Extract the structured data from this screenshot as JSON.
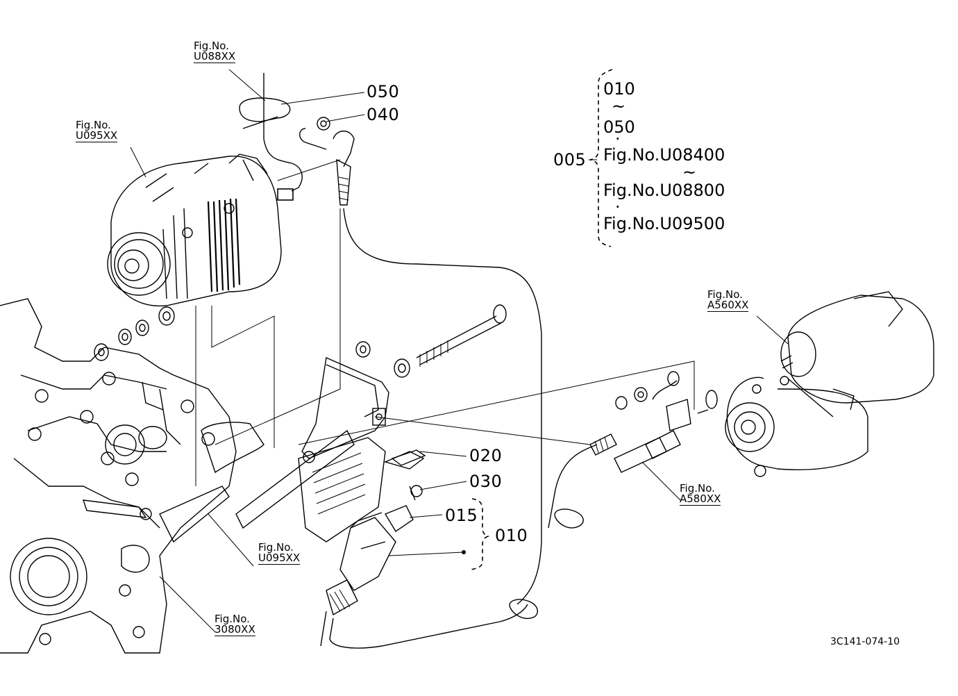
{
  "fig_refs": [
    {
      "id": "u088",
      "line1": "Fig.No.",
      "line2": "U088XX"
    },
    {
      "id": "u095a",
      "line1": "Fig.No.",
      "line2": "U095XX"
    },
    {
      "id": "a560",
      "line1": "Fig.No.",
      "line2": "A560XX"
    },
    {
      "id": "a580",
      "line1": "Fig.No.",
      "line2": "A580XX"
    },
    {
      "id": "u095b",
      "line1": "Fig.No.",
      "line2": "U095XX"
    },
    {
      "id": "3080",
      "line1": "Fig.No.",
      "line2": "3080XX"
    }
  ],
  "part_numbers": {
    "p050": "050",
    "p040": "040",
    "p020": "020",
    "p030": "030",
    "p015": "015",
    "p010": "010"
  },
  "assembly": {
    "number": "005",
    "items": [
      "010",
      "~",
      "050",
      "·",
      "Fig.No.U08400",
      "~",
      "Fig.No.U08800",
      "·",
      "Fig.No.U09500"
    ]
  },
  "drawing_code": "3C141-074-10"
}
